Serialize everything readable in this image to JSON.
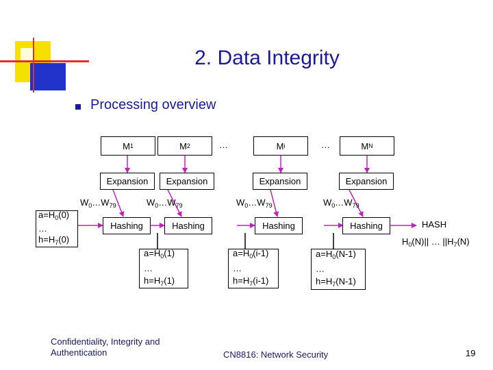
{
  "slide": {
    "title": "2. Data Integrity",
    "bullet": "Processing overview",
    "footer_left": "Confidentiality, Integrity and Authentication",
    "footer_center": "CN8816: Network Security",
    "page_number": "19"
  },
  "messages": [
    {
      "base": "M",
      "sub": "1"
    },
    {
      "base": "M",
      "sub": "2"
    },
    {
      "base": "M",
      "sub": "i"
    },
    {
      "base": "M",
      "sub": "N"
    }
  ],
  "ellipsis": "…",
  "expansion_label": "Expansion",
  "hashing_label": "Hashing",
  "w_label": {
    "w0_base": "W",
    "w0_sub": "0",
    "dots": "…W",
    "w79_sub": "79"
  },
  "initial_state": {
    "line1": "a=H",
    "sub1": "0",
    "rest1": "(0)",
    "line2": "…",
    "line3": "h=H",
    "sub3": "7",
    "rest3": "(0)"
  },
  "state_1": {
    "line1": "a=H",
    "sub1": "0",
    "rest1": "(1)",
    "line2": "…",
    "line3": "h=H",
    "sub3": "7",
    "rest3": "(1)"
  },
  "state_i": {
    "line1": "a=H",
    "sub1": "0",
    "rest1": "(i-1)",
    "line2": "…",
    "line3": "h=H",
    "sub3": "7",
    "rest3": "(i-1)"
  },
  "state_n": {
    "line1": "a=H",
    "sub1": "0",
    "rest1": "(N-1)",
    "line2": "…",
    "line3": "h=H",
    "sub3": "7",
    "rest3": "(N-1)"
  },
  "hash_output": {
    "label": "HASH",
    "h0": "H",
    "h0_sub": "0",
    "mid": "(N)|| … ||H",
    "h7_sub": "7",
    "end": "(N)"
  }
}
